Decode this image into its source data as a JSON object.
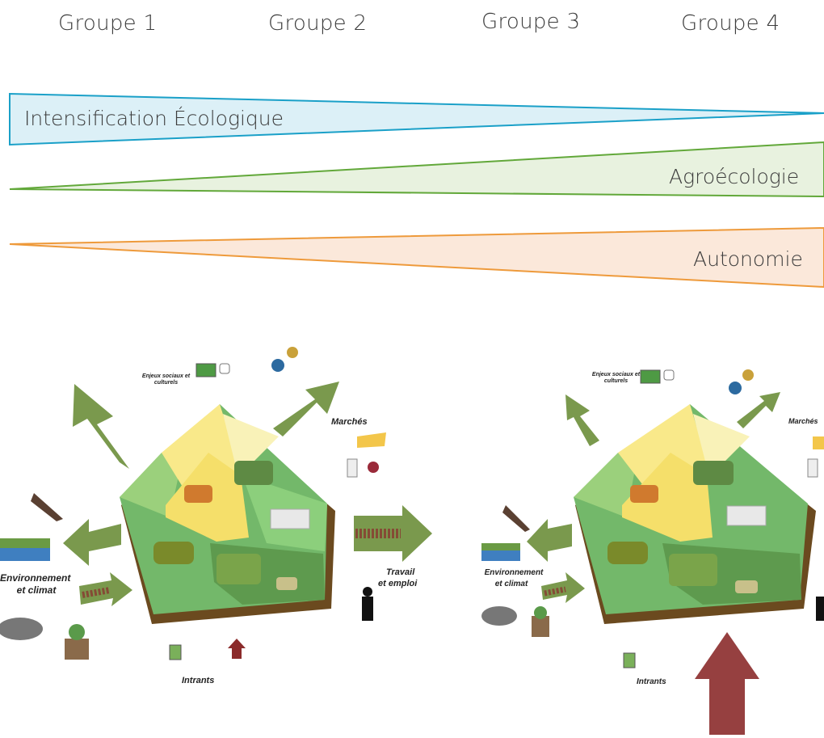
{
  "groups": {
    "g1": "Groupe 1",
    "g2": "Groupe 2",
    "g3": "Groupe 3",
    "g4": "Groupe 4"
  },
  "wedges": {
    "intensification": "Intensification Écologique",
    "agroecologie": "Agroécologie",
    "autonomie": "Autonomie"
  },
  "farm_left": {
    "social": "Enjeux sociaux et culturels",
    "markets": "Marchés",
    "environment_line1": "Environnement",
    "environment_line2": "et climat",
    "labour_line1": "Travail",
    "labour_line2": "et emploi",
    "inputs": "Intrants"
  },
  "farm_right": {
    "social": "Enjeux sociaux et culturels",
    "markets": "Marchés",
    "environment_line1": "Environnement",
    "environment_line2": "et climat",
    "inputs": "Intrants"
  },
  "colors": {
    "blue": "#1aa0c8",
    "blue_fill": "#dcf0f7",
    "green": "#62a83a",
    "green_fill": "#e8f2df",
    "orange": "#ee9a3b",
    "orange_fill": "#fbe8da",
    "arrow_green": "#6b8e3a",
    "arrow_red": "#8b2b2b"
  }
}
